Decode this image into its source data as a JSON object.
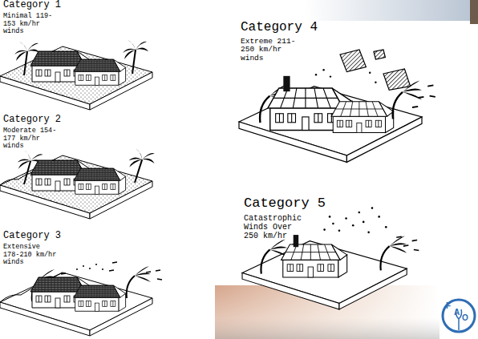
{
  "diagram": {
    "nodes": [
      {
        "text": [
          "Category 1",
          "Minimal 119-153 km/hr winds"
        ]
      },
      {
        "text": [
          "Category 2",
          "Moderate 154-177 km/hr winds"
        ]
      },
      {
        "text": [
          "Category 3",
          "Extensive 178-210 km/hr winds"
        ]
      },
      {
        "text": [
          "Category 4",
          "Extreme 211-250 km/hr winds"
        ]
      },
      {
        "text": [
          "Category 5",
          "Catastrophic Winds Over 250 km/hr"
        ]
      }
    ],
    "labels": [
      "F",
      "A",
      "O"
    ]
  }
}
